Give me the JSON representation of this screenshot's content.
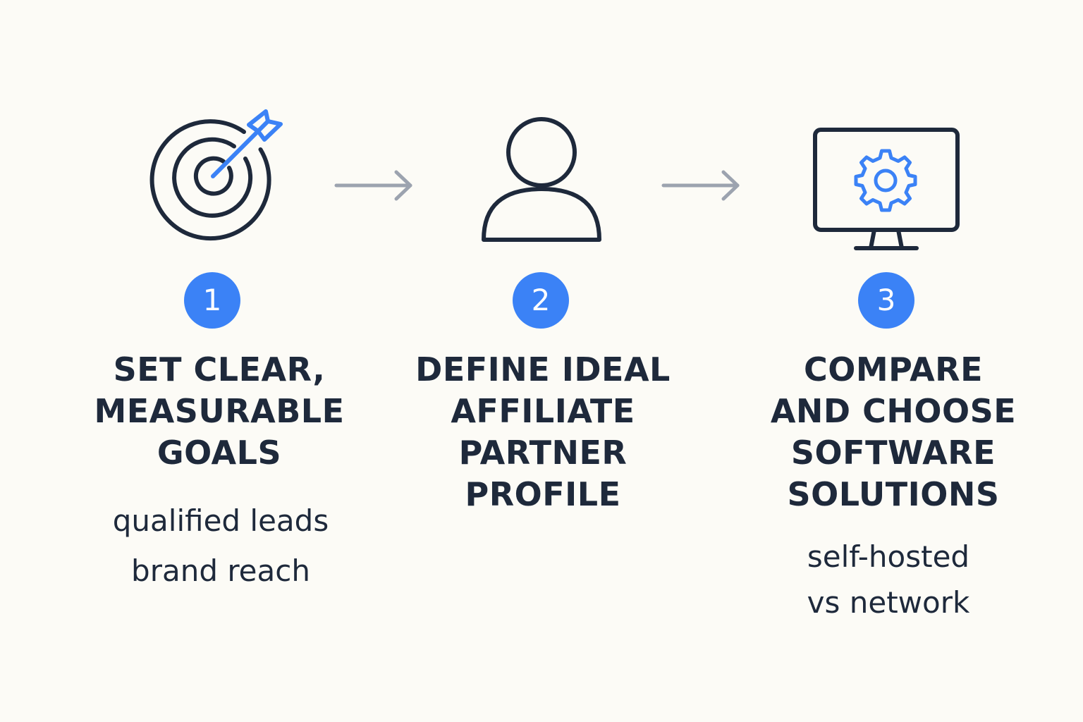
{
  "colors": {
    "background": "#fcfbf6",
    "text": "#1e293b",
    "accent": "#3b82f6",
    "arrow": "#9ca3af"
  },
  "steps": [
    {
      "number": "1",
      "icon": "target-arrow-icon",
      "title_lines": [
        "SET CLEAR,",
        "MEASURABLE",
        "GOALS"
      ],
      "sub_lines": [
        "qualified leads",
        "brand reach"
      ]
    },
    {
      "number": "2",
      "icon": "user-profile-icon",
      "title_lines": [
        "DEFINE IDEAL",
        "AFFILIATE",
        "PARTNER",
        "PROFILE"
      ],
      "sub_lines": []
    },
    {
      "number": "3",
      "icon": "monitor-gear-icon",
      "title_lines": [
        "COMPARE",
        "AND CHOOSE",
        "SOFTWARE",
        "SOLUTIONS"
      ],
      "sub_lines": [
        "self-hosted",
        "vs network"
      ]
    }
  ],
  "connectors": [
    "arrow-right-icon",
    "arrow-right-icon"
  ]
}
